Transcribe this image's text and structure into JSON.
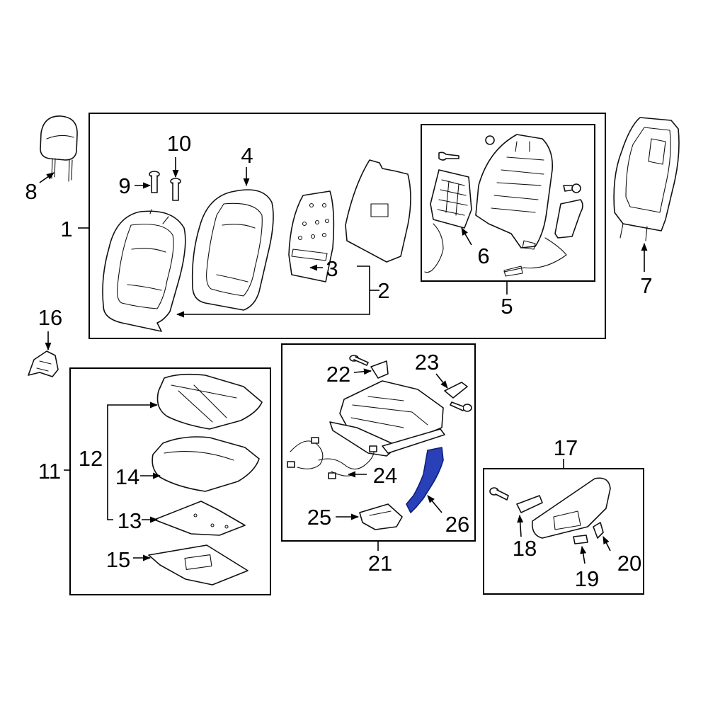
{
  "callouts": [
    {
      "id": "1",
      "label": "1"
    },
    {
      "id": "2",
      "label": "2"
    },
    {
      "id": "3",
      "label": "3"
    },
    {
      "id": "4",
      "label": "4"
    },
    {
      "id": "5",
      "label": "5"
    },
    {
      "id": "6",
      "label": "6"
    },
    {
      "id": "7",
      "label": "7"
    },
    {
      "id": "8",
      "label": "8"
    },
    {
      "id": "9",
      "label": "9"
    },
    {
      "id": "10",
      "label": "10"
    },
    {
      "id": "11",
      "label": "11"
    },
    {
      "id": "12",
      "label": "12"
    },
    {
      "id": "13",
      "label": "13"
    },
    {
      "id": "14",
      "label": "14"
    },
    {
      "id": "15",
      "label": "15"
    },
    {
      "id": "16",
      "label": "16"
    },
    {
      "id": "17",
      "label": "17"
    },
    {
      "id": "18",
      "label": "18"
    },
    {
      "id": "19",
      "label": "19"
    },
    {
      "id": "20",
      "label": "20"
    },
    {
      "id": "21",
      "label": "21"
    },
    {
      "id": "22",
      "label": "22"
    },
    {
      "id": "23",
      "label": "23"
    },
    {
      "id": "24",
      "label": "24"
    },
    {
      "id": "25",
      "label": "25"
    },
    {
      "id": "26",
      "label": "26"
    }
  ],
  "highlighted_part": "26",
  "colors": {
    "line": "#000000",
    "highlight": "#2a40b8",
    "background": "#ffffff"
  }
}
